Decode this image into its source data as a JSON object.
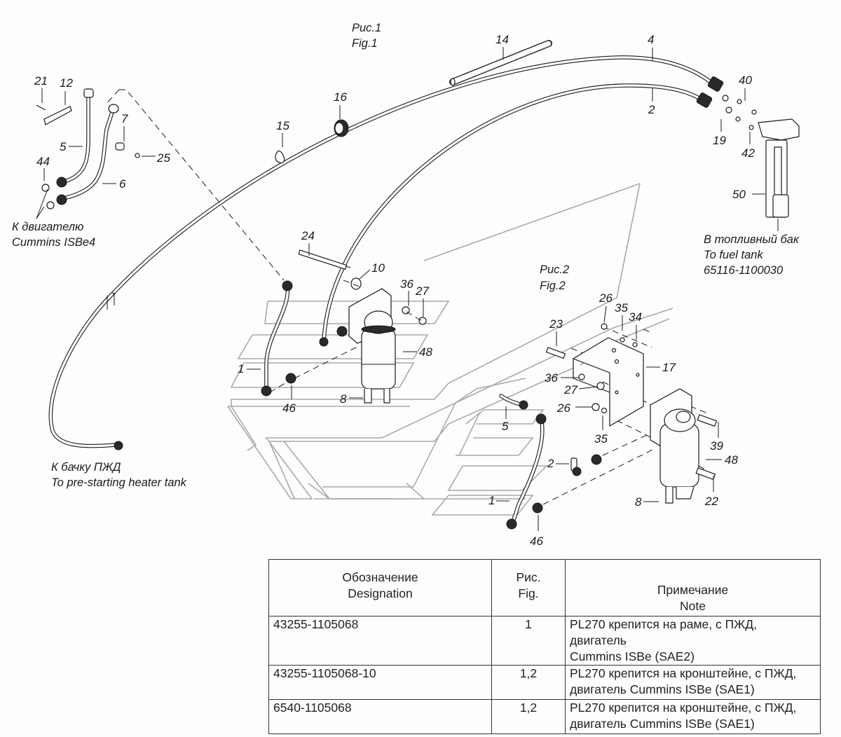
{
  "figures": {
    "fig1": {
      "ru": "Рис.1",
      "en": "Fig.1"
    },
    "fig2": {
      "ru": "Рис.2",
      "en": "Fig.2"
    }
  },
  "captions": {
    "engine": {
      "ru": "К двигателю",
      "en": "Cummins ISBe4"
    },
    "heater_tank": {
      "ru": "К бачку ПЖД",
      "en": "To pre-starting heater tank"
    },
    "fuel_tank": {
      "ru": "В топливный бак",
      "en": "To fuel tank",
      "part": "65116-1100030"
    }
  },
  "callouts": {
    "fig1": [
      "21",
      "12",
      "5",
      "44",
      "7",
      "25",
      "6",
      "15",
      "16",
      "14",
      "4",
      "2",
      "40",
      "19",
      "42",
      "50",
      "24",
      "10",
      "36",
      "27",
      "48",
      "1",
      "46",
      "8"
    ],
    "fig2": [
      "26",
      "35",
      "34",
      "23",
      "17",
      "36",
      "27",
      "26b",
      "35b",
      "39",
      "48",
      "5",
      "2",
      "22",
      "1",
      "8",
      "46"
    ]
  },
  "labels": {
    "c21": "21",
    "c12": "12",
    "c5": "5",
    "c44": "44",
    "c7": "7",
    "c25": "25",
    "c6": "6",
    "c15": "15",
    "c16": "16",
    "c14": "14",
    "c4": "4",
    "c2": "2",
    "c40": "40",
    "c19": "19",
    "c42": "42",
    "c50": "50",
    "c24": "24",
    "c10": "10",
    "c36": "36",
    "c27": "27",
    "c48": "48",
    "c1": "1",
    "c46": "46",
    "c8": "8",
    "f2_26": "26",
    "f2_35": "35",
    "f2_34": "34",
    "f2_23": "23",
    "f2_17": "17",
    "f2_36": "36",
    "f2_27": "27",
    "f2_26b": "26",
    "f2_35b": "35",
    "f2_39": "39",
    "f2_48": "48",
    "f2_5": "5",
    "f2_2": "2",
    "f2_22": "22",
    "f2_1": "1",
    "f2_8": "8",
    "f2_46": "46"
  },
  "table": {
    "headers": [
      {
        "ru": "Обозначение",
        "en": "Designation"
      },
      {
        "ru": "Рис.",
        "en": "Fig."
      },
      {
        "ru": "Примечание",
        "en": "Note"
      }
    ],
    "rows": [
      {
        "designation": "43255-1105068",
        "fig": "1",
        "note_l1": "PL270 крепится на раме, с ПЖД, двигатель",
        "note_l2": "Cummins ISBe (SAE2)"
      },
      {
        "designation": "43255-1105068-10",
        "fig": "1,2",
        "note_l1": "PL270 крепится на кронштейне, с ПЖД,",
        "note_l2": "двигатель Cummins ISBe (SAE1)"
      },
      {
        "designation": "6540-1105068",
        "fig": "1,2",
        "note_l1": "PL270 крепится на кронштейне, с ПЖД,",
        "note_l2": "двигатель Cummins ISBe (SAE1)"
      }
    ]
  }
}
